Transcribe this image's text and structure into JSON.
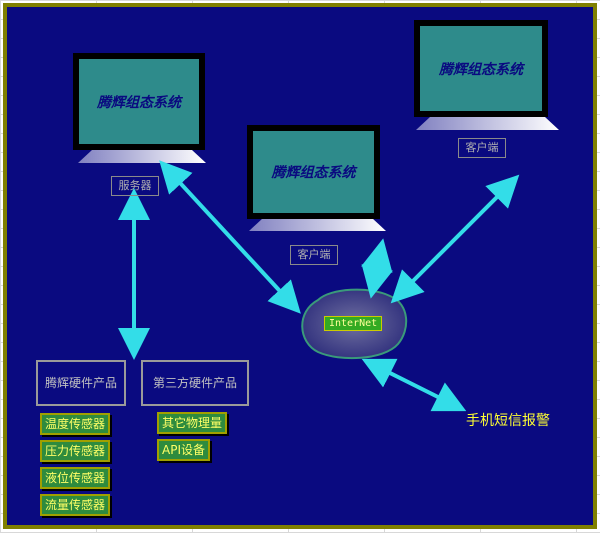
{
  "monitors": {
    "server": {
      "screen_text": "腾辉组态系统",
      "label": "服务器"
    },
    "client_center": {
      "screen_text": "腾辉组态系统",
      "label": "客户端"
    },
    "client_right": {
      "screen_text": "腾辉组态系统",
      "label": "客户端"
    }
  },
  "internet": {
    "label": "InterNet"
  },
  "groups": {
    "tenghui": {
      "title": "腾辉硬件产品",
      "items": [
        "温度传感器",
        "压力传感器",
        "液位传感器",
        "流量传感器"
      ]
    },
    "third_party": {
      "title": "第三方硬件产品",
      "items": [
        "其它物理量",
        "API设备"
      ]
    }
  },
  "sms_alarm": "手机短信报警",
  "colors": {
    "background": "#0a0a80",
    "frame": "#808000",
    "screen": "#2e8b8b",
    "arrow": "#33dde8",
    "sensor_bg": "#2e8b3e",
    "sensor_text": "#ffff66"
  }
}
